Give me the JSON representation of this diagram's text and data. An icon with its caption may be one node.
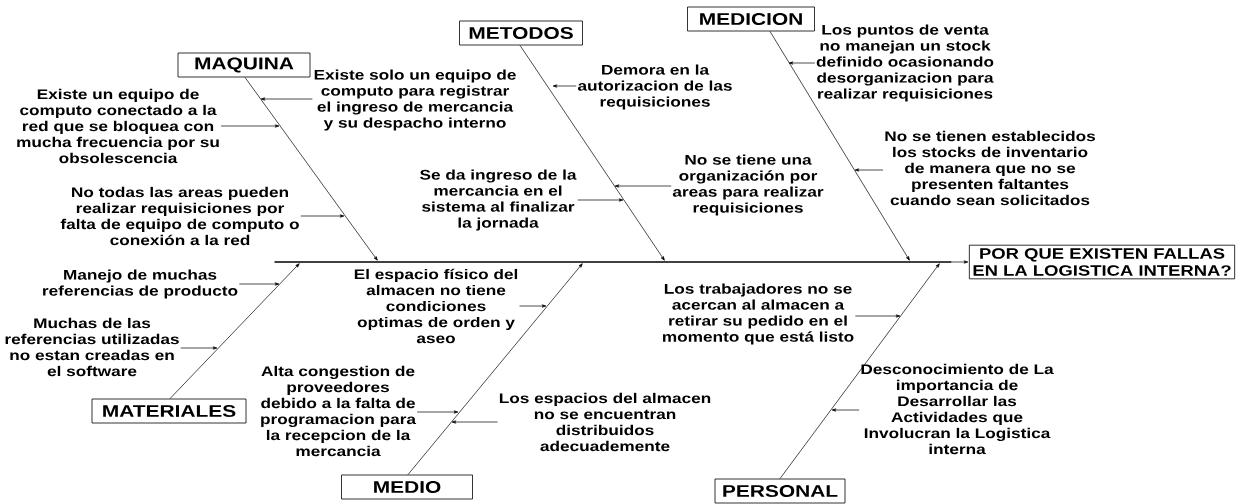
{
  "diagram": {
    "nodes": [
      {
        "text": [
          "POR QUE EXISTEN FALLAS EN LA LOGISTICA INTERNA?"
        ]
      },
      {
        "text": [],
        "shape": "bar"
      },
      {
        "text": [
          "MAQUINA"
        ]
      },
      {
        "text": [
          "METODOS"
        ]
      },
      {
        "text": [
          "MEDICION"
        ]
      },
      {
        "text": [
          "MATERIALES"
        ]
      },
      {
        "text": [
          "MEDIO"
        ]
      },
      {
        "text": [
          "PERSONAL"
        ]
      },
      {
        "text": [
          "Existe solo un equipo de computo para registrar el ingreso de mercancia y su despacho interno"
        ]
      },
      {
        "text": [
          "Existe un equipo de computo conectado a la red que se bloquea con mucha frecuencia por su obsolescencia"
        ]
      },
      {
        "text": [
          "No todas las areas pueden realizar requisiciones por falta de equipo de computo o conexión a la red"
        ]
      },
      {
        "text": [
          "Demora en la autorizacion de las requisiciones"
        ]
      },
      {
        "text": [
          "Se da ingreso de la mercancia en el sistema al finalizar la jornada"
        ]
      },
      {
        "text": [
          "No se tiene una organización por areas para realizar requisiciones"
        ]
      },
      {
        "text": [
          "Los puntos de venta no manejan un stock definido ocasionando desorganizacion para realizar requisiciones"
        ]
      },
      {
        "text": [
          "No se tienen establecidos los stocks de inventario de manera que  no se presenten faltantes cuando sean solicitados"
        ]
      },
      {
        "text": [
          "Manejo de muchas referencias de producto"
        ]
      },
      {
        "text": [
          "Muchas de las referencias utilizadas no estan creadas en el software"
        ]
      },
      {
        "text": [
          "El espacio físico del almacen no tiene condiciones optimas de orden y aseo"
        ]
      },
      {
        "text": [
          "Alta congestion de proveedores debido a la falta de programacion para la recepcion de la mercancia"
        ]
      },
      {
        "text": [
          "Los espacios del almacen no se encuentran distribuidos adecuademente"
        ]
      },
      {
        "text": [
          "Los trabajadores no se acercan al almacen a retirar su pedido en el momento que está listo"
        ]
      },
      {
        "text": [
          "Desconocimiento de La importancia de Desarrollar las Actividades que Involucran la Logistica interna"
        ]
      }
    ],
    "edges": [
      {
        "from": 1,
        "to": 0,
        "arrow": "to"
      },
      {
        "from": 2,
        "to": 1,
        "arrow": "to"
      },
      {
        "from": 3,
        "to": 1,
        "arrow": "to"
      },
      {
        "from": 4,
        "to": 1,
        "arrow": "to"
      },
      {
        "from": 5,
        "to": 1,
        "arrow": "to"
      },
      {
        "from": 6,
        "to": 1,
        "arrow": "to"
      },
      {
        "from": 7,
        "to": 1,
        "arrow": "to"
      },
      {
        "from": 8,
        "to": null,
        "arrow": "to"
      },
      {
        "from": 9,
        "to": null,
        "arrow": "to"
      },
      {
        "from": 10,
        "to": null,
        "arrow": "to"
      },
      {
        "from": 11,
        "to": null,
        "arrow": "to"
      },
      {
        "from": 12,
        "to": null,
        "arrow": "to"
      },
      {
        "from": 13,
        "to": null,
        "arrow": "to"
      },
      {
        "from": 14,
        "to": null,
        "arrow": "to"
      },
      {
        "from": 15,
        "to": null,
        "arrow": "to"
      },
      {
        "from": 16,
        "to": null,
        "arrow": "to"
      },
      {
        "from": 17,
        "to": null,
        "arrow": "to"
      },
      {
        "from": 18,
        "to": null,
        "arrow": "to"
      },
      {
        "from": 19,
        "to": null,
        "arrow": "to"
      },
      {
        "from": 20,
        "to": null,
        "arrow": "to"
      },
      {
        "from": 21,
        "to": null,
        "arrow": "to"
      },
      {
        "from": 22,
        "to": null,
        "arrow": "to"
      }
    ]
  }
}
